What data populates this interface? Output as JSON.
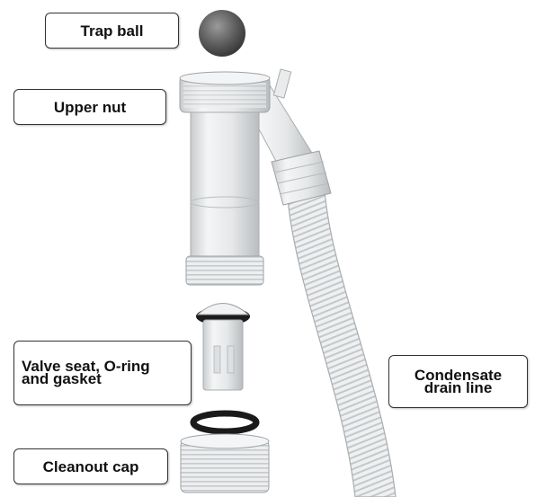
{
  "labels": {
    "trap_ball": "Trap ball",
    "upper_nut": "Upper nut",
    "valve_seat_line1": "Valve seat, O-ring",
    "valve_seat_line2": "and gasket",
    "condensate_line1": "Condensate",
    "condensate_line2": "drain line",
    "cleanout_cap": "Cleanout cap"
  },
  "colors": {
    "background": "#ffffff",
    "plastic": "#eceeef",
    "plastic_shadow": "#bfc3c6",
    "ball": "#6b6b6b",
    "gasket": "#1a1a1a",
    "label_border": "#333333"
  }
}
